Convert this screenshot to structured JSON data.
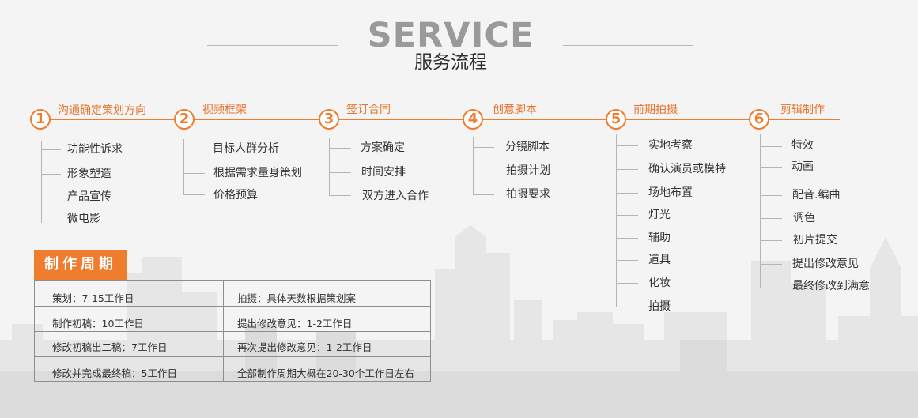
{
  "header": {
    "title_en": "SERVICE",
    "title_zh": "服务流程"
  },
  "steps": [
    {
      "num": "1",
      "title": "沟通确定策划方向",
      "items": [
        "功能性诉求",
        "形象塑造",
        "产品宣传",
        "微电影"
      ]
    },
    {
      "num": "2",
      "title": "视频框架",
      "items": [
        "目标人群分析",
        "根据需求量身策划",
        "价格预算"
      ]
    },
    {
      "num": "3",
      "title": "签订合同",
      "items": [
        "方案确定",
        "时间安排",
        "双方进入合作"
      ]
    },
    {
      "num": "4",
      "title": "创意脚本",
      "items": [
        "分镜脚本",
        "拍摄计划",
        "拍摄要求"
      ]
    },
    {
      "num": "5",
      "title": "前期拍摄",
      "items": [
        "实地考察",
        "确认演员或模特",
        "场地布置",
        "灯光",
        "辅助",
        "道具",
        "化妆",
        "拍摄"
      ]
    },
    {
      "num": "6",
      "title": "剪辑制作",
      "items": [
        "特效",
        "动画",
        "配音.编曲",
        "调色",
        "初片提交",
        "提出修改意见",
        "最终修改到满意"
      ]
    }
  ],
  "cycle": {
    "title": "制作周期",
    "rows": [
      [
        "策划：7-15工作日",
        "拍摄：具体天数根据策划案"
      ],
      [
        "制作初稿：10工作日",
        "提出修改意见：1-2工作日"
      ],
      [
        "修改初稿出二稿：7工作日",
        "再次提出修改意见：1-2工作日"
      ],
      [
        "修改并完成最终稿：5工作日",
        "全部制作周期大概在20-30个工作日左右"
      ]
    ]
  },
  "colors": {
    "accent": "#f07d2e",
    "text": "#333333",
    "title_gray": "#9a9a9a",
    "background": "#f4f4f4"
  }
}
